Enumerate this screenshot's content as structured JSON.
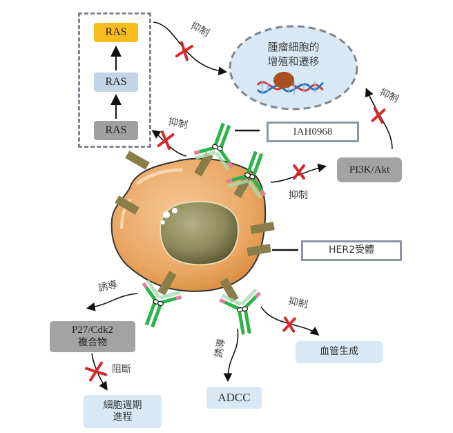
{
  "diagram": {
    "ras_pathway": {
      "top": "RAS",
      "middle": "RAS",
      "bottom": "RAS"
    },
    "tumor_outcome": {
      "line1": "腫瘤細胞的",
      "line2": "增殖和遷移"
    },
    "antibody_label": "IAH0968",
    "receptor_label": "HER2受體",
    "pi3k": "PI3K/Akt",
    "p27": {
      "line1": "P27/Cdk2",
      "line2": "複合物"
    },
    "cell_cycle": {
      "line1": "細胞週期",
      "line2": "進程"
    },
    "adcc": "ADCC",
    "angiogenesis": "血管生成",
    "edge_labels": {
      "ras_to_tumor": "抑制",
      "antibody_to_ras": "抑制",
      "pi3k_to_tumor": "抑制",
      "antibody_to_pi3k": "抑制",
      "antibody_to_p27": "誘導",
      "p27_to_cellcycle": "阻斷",
      "antibody_to_adcc": "誘導",
      "antibody_to_angiogenesis": "抑制"
    },
    "colors": {
      "ras_active": "#f7bd1e",
      "ras_mid": "#c2d5e6",
      "ras_inactive": "#a0a0a0",
      "inhibit_x": "#d62a2a",
      "antibody_green": "#2bb44a",
      "antibody_pink": "#e87aa0",
      "receptor": "#8b7d4a",
      "cell": "#efb377",
      "nucleus": "#8f8c5c",
      "outcome_fill": "#d8e9f5"
    }
  }
}
